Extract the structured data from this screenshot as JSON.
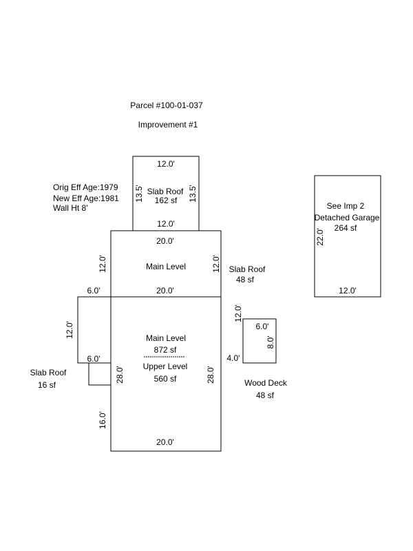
{
  "header": {
    "parcel": "Parcel #100-01-037",
    "improvement": "Improvement #1"
  },
  "age_info": {
    "orig_eff_age": "Orig Eff Age:1979",
    "new_eff_age": "New Eff Age:1981",
    "wall_height": "Wall Ht 8'"
  },
  "areas": {
    "slab_roof_top": {
      "name": "Slab Roof",
      "area": "162 sf",
      "dims": {
        "top": "12.0'",
        "bottom": "12.0'",
        "left": "13.5'",
        "right": "13.5'"
      }
    },
    "main_level_upper": {
      "name": "Main Level",
      "dims": {
        "top": "20.0'",
        "bottom": "20.0'",
        "left": "12.0'",
        "right": "12.0'"
      }
    },
    "slab_roof_right": {
      "name": "Slab Roof",
      "area": "48 sf"
    },
    "garage": {
      "line1": "See Imp 2",
      "line2": "Detached Garage",
      "area": "264 sf",
      "dims": {
        "left": "22.0'",
        "bottom": "12.0'"
      }
    },
    "left_section": {
      "dims": {
        "top": "6.0'",
        "left": "12.0'",
        "bottom": "6.0'"
      }
    },
    "main_level_lower": {
      "name": "Main Level",
      "area": "872 sf",
      "dims": {
        "left": "28.0'",
        "right": "28.0'",
        "bottom": "20.0'",
        "lower_left": "16.0'"
      }
    },
    "upper_level": {
      "name": "Upper Level",
      "area": "560 sf"
    },
    "slab_roof_small": {
      "name": "Slab Roof",
      "area": "16 sf"
    },
    "wood_deck": {
      "name": "Wood Deck",
      "area": "48 sf",
      "dims": {
        "top": "6.0'",
        "right": "8.0'",
        "left_offset": "12.0'",
        "bottom_offset": "4.0'"
      }
    }
  }
}
